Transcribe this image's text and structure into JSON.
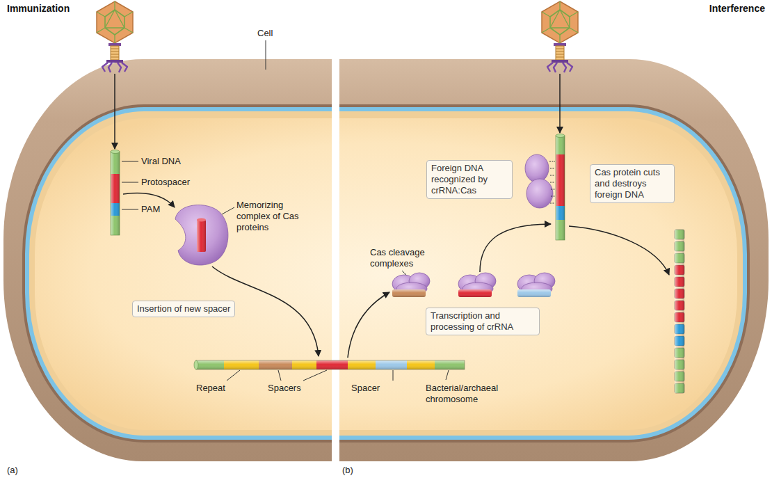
{
  "diagram": {
    "nodes": [
      {
        "text": [
          "Foreign DNA recognized by crRNA:Cas"
        ]
      },
      {
        "text": [
          "Cas protein cuts and destroys foreign DNA"
        ]
      },
      {
        "text": [
          "Insertion of new spacer"
        ]
      },
      {
        "text": [
          "Transcription and processing of crRNA"
        ]
      }
    ],
    "labels": [
      "Immunization",
      "Interference",
      "Cell",
      "Viral DNA",
      "Protospacer",
      "Memorizing complex of Cas proteins",
      "PAM",
      "Cas cleavage complexes",
      "Repeat",
      "Spacers",
      "Spacer",
      "Bacterial/archaeal chromosome",
      "(a)",
      "(b)"
    ]
  }
}
